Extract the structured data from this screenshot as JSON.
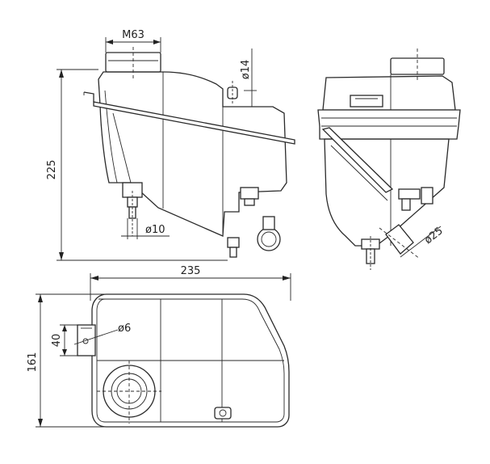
{
  "dimensions": {
    "top_width": "M63",
    "hose_diameter_small": "ø14",
    "height": "225",
    "outlet_diameter": "ø10",
    "outlet_diameter_large": "ø25",
    "width": "235",
    "depth": "161",
    "mount_height": "40",
    "hole_diameter": "ø6"
  }
}
